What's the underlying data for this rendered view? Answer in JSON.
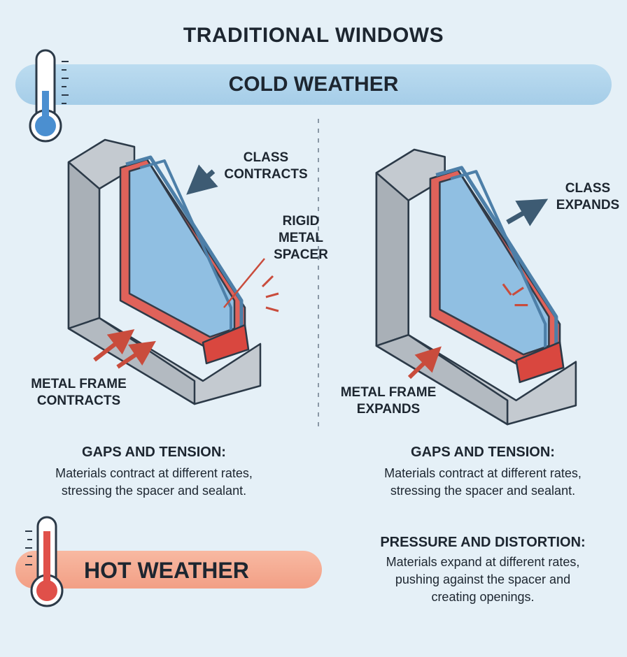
{
  "title": "TRADITIONAL WINDOWS",
  "cold": {
    "label": "COLD WEATHER"
  },
  "hot": {
    "label": "HOT WEATHER"
  },
  "left": {
    "glass_label": [
      "CLASS",
      "CONTRACTS"
    ],
    "spacer_label": [
      "RIGID",
      "METAL",
      "SPACER"
    ],
    "frame_label": [
      "METAL FRAME",
      "CONTRACTS"
    ],
    "heading": "GAPS AND TENSION:",
    "text": [
      "Materials contract at different rates,",
      "stressing the spacer and sealant."
    ]
  },
  "right": {
    "glass_label": [
      "CLASS",
      "EXPANDS"
    ],
    "frame_label": [
      "METAL FRAME",
      "EXPANDS"
    ],
    "heading": "GAPS AND TENSION:",
    "text": [
      "Materials contract at different rates,",
      "stressing the spacer and sealant."
    ],
    "heading2": "PRESSURE AND DISTORTION:",
    "text2": [
      "Materials expand at different rates,",
      "pushing against the spacer and",
      "creating openings."
    ]
  },
  "colors": {
    "cold": "#a5cde8",
    "hot": "#f29f85",
    "glass": "#8cc4ea",
    "spacer": "#e0504a",
    "frame": "#b9bfc5"
  }
}
